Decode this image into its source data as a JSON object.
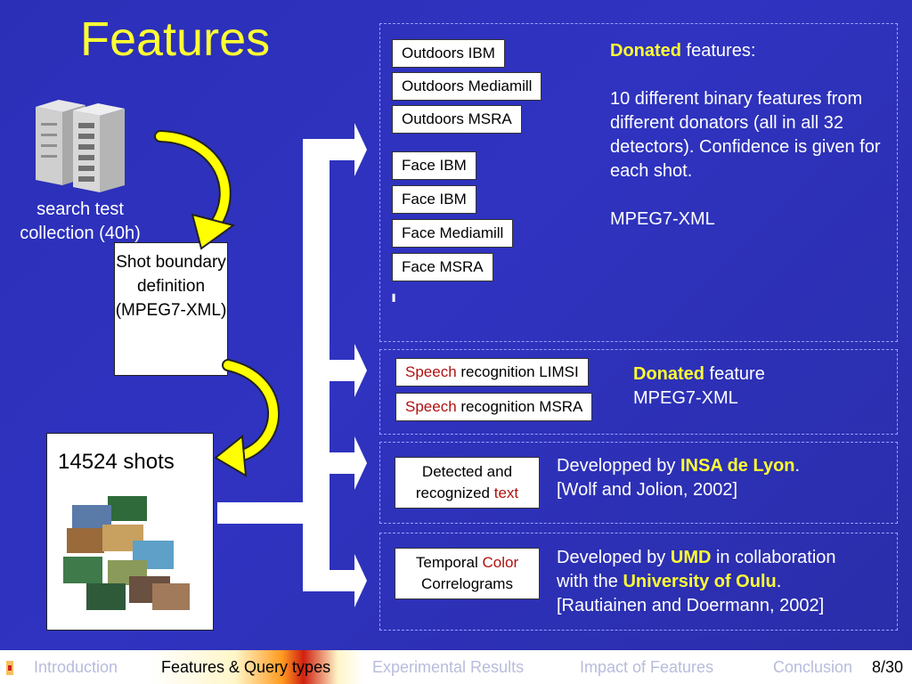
{
  "slide": {
    "title": "Features",
    "server_caption": "search test collection (40h)",
    "shot_definition": "Shot boundary definition (MPEG7-XML)",
    "shots_label": "14524 shots"
  },
  "panels": {
    "donated_binary": {
      "tags": [
        "Outdoors IBM",
        "Outdoors Mediamill",
        "Outdoors MSRA",
        "Face IBM",
        "Face IBM",
        "Face Mediamill",
        "Face MSRA"
      ],
      "ellipsis": ".....",
      "donated_word": "Donated",
      "features_suffix": " features:",
      "description": "10 different binary features from different donators (all in all 32 detectors). Confidence is given for each shot.",
      "format": "MPEG7-XML"
    },
    "speech": {
      "tags": [
        {
          "highlight": "Speech",
          "rest": " recognition LIMSI"
        },
        {
          "highlight": "Speech",
          "rest": " recognition MSRA"
        }
      ],
      "donated_word": "Donated",
      "feature_suffix": " feature",
      "format": "MPEG7-XML"
    },
    "text": {
      "tag_line1": "Detected and",
      "tag_line2_prefix": "recognized ",
      "tag_line2_highlight": "text",
      "dev_prefix": "Developped by ",
      "dev_org": "INSA de Lyon",
      "dev_suffix": ".",
      "reference": "[Wolf  and Jolion, 2002]"
    },
    "color": {
      "tag_line1_prefix": "Temporal ",
      "tag_line1_highlight": "Color",
      "tag_line2": "Correlograms",
      "dev_prefix": "Developed by ",
      "dev_org": "UMD",
      "dev_mid": " in collaboration",
      "with_prefix": "with the ",
      "with_org": "University of Oulu",
      "with_suffix": ".",
      "reference": "[Rautiainen and Doermann, 2002]"
    }
  },
  "footer": {
    "items": [
      "Introduction",
      "Features & Query types",
      "Experimental Results",
      "Impact of Features",
      "Conclusion"
    ],
    "active_index": 1,
    "page": "8/30"
  },
  "colors": {
    "background": "#2b2fb8",
    "title": "#ffff33",
    "highlight_red": "#b01010",
    "arrow_yellow": "#ffff00"
  }
}
